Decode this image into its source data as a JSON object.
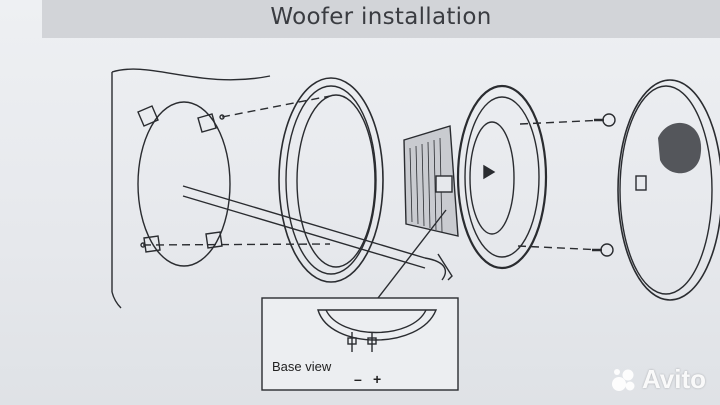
{
  "title": "Woofer installation",
  "inset": {
    "label": "Base view",
    "minus": "–",
    "plus": "+"
  },
  "watermark": {
    "text": "Avito",
    "icon": "avito-logo-icon"
  },
  "colors": {
    "title_band": "#d2d4d8",
    "line": "#2a2c30",
    "paper": "#e9ebef"
  }
}
